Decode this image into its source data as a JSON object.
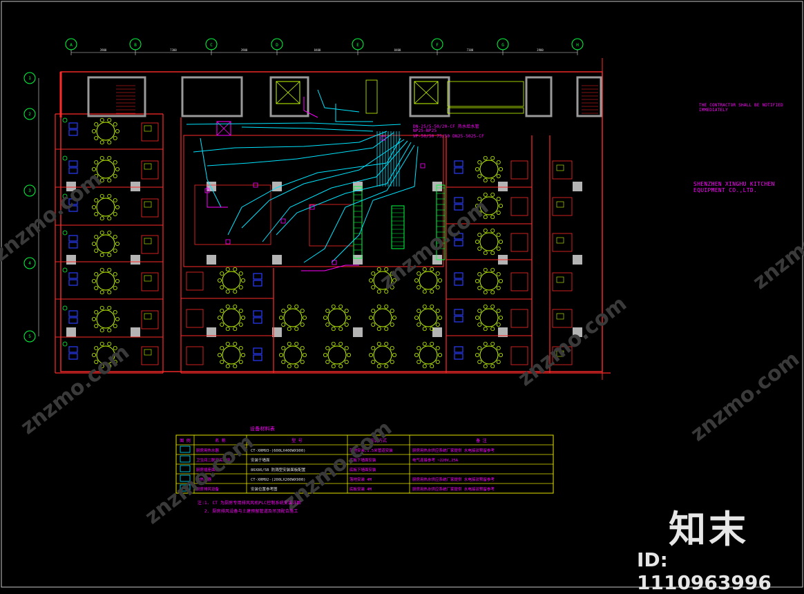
{
  "drawing": {
    "grid_columns": [
      "A",
      "B",
      "C",
      "D",
      "E",
      "F",
      "G",
      "H"
    ],
    "grid_rows": [
      "1",
      "2",
      "3",
      "4",
      "5"
    ],
    "dimension_labels": [
      "3900",
      "7300",
      "3900",
      "8400",
      "8400",
      "7300",
      "3900"
    ],
    "contractor_note": "THE CONTRACTOR SHALL BE NOTIFIED IMMEDIATELY",
    "company_name": "SHENZHEN XINGHU KITCHEN EQUIPMENT CO.,LTD.",
    "pipe_labels": [
      "DN-25/5-50/20-CF 热水给水管",
      "NP25-NP25",
      "VP-50/50 75/50 DN25-5025-CF"
    ]
  },
  "legend": {
    "title": "设备材料表",
    "headers": [
      "图 例",
      "名 称",
      "型 号",
      "安装方式",
      "备 注"
    ],
    "rows": [
      {
        "name": "厨房用热水器",
        "model": "CT-XRM93-(600LX400WX900)",
        "install": "落地安装,1.5米管道安装",
        "remark": "厨房用热水供应系统厂家提供 水电接驳预留参考"
      },
      {
        "name": "卫生间二联开关插座",
        "model": "安装于墙面",
        "install": "底板下墙面安装",
        "remark": "电气连接参考     ~220V,25A"
      },
      {
        "name": "厨房插座面板",
        "model": "86X86/5B   防溅型安装面板配置",
        "install": "底板下墙面安装",
        "remark": ""
      },
      {
        "name": "电热水器",
        "model": "CT-XRM92-(200LX200WX900)",
        "install": "落地安装  4M",
        "remark": "厨房用热水供应系统厂家提供 水电接驳预留参考"
      },
      {
        "name": "厨房排风设备",
        "model": "安装位置参考图",
        "install": "底板安装  4M",
        "remark": "厨房用热水供应系统厂家提供 水电接驳预留参考"
      }
    ],
    "notes": [
      "注:1. CT 为厨房专用排风风机PLC控制系统安装详图",
      "2. 厨房排风设备与土建预留管道及吊顶配合施工"
    ]
  },
  "watermark": {
    "brand": "知末",
    "id_text": "ID: 1110963996",
    "site": "znzmo.com"
  },
  "colors": {
    "background": "#000000",
    "wall": "#ff2a2a",
    "furniture": "#c8ff00",
    "pipe": "#00e5ff",
    "annotation": "#ff00ff",
    "sofa": "#2a3cff",
    "grid": "#00ff40",
    "column": "#b4b4b4"
  }
}
